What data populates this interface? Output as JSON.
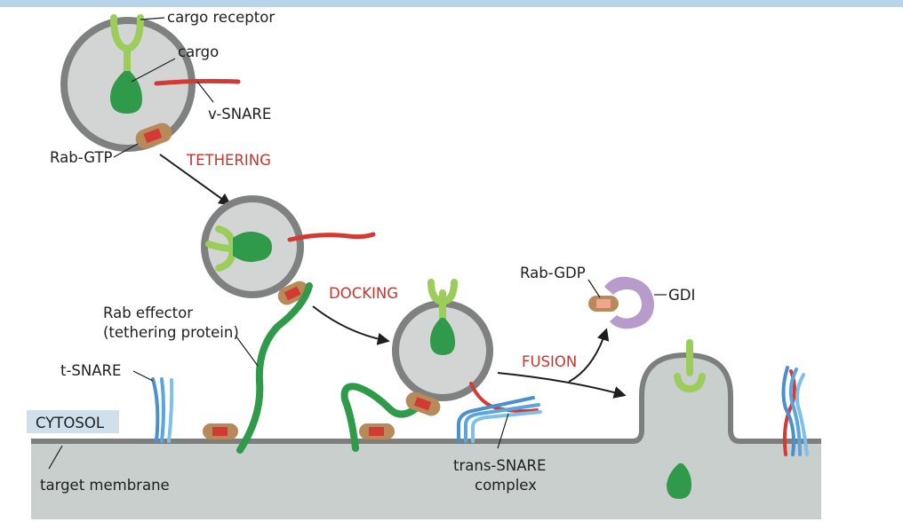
{
  "labels": {
    "cargo_receptor": "cargo receptor",
    "cargo": "cargo",
    "v_snare": "v-SNARE",
    "rab_gtp": "Rab-GTP",
    "rab_effector_line1": "Rab effector",
    "rab_effector_line2": "(tethering protein)",
    "t_snare": "t-SNARE",
    "cytosol": "CYTOSOL",
    "target_membrane": "target membrane",
    "trans_snare_line1": "trans-SNARE",
    "trans_snare_line2": "complex",
    "rab_gdp": "Rab-GDP",
    "gdi": "GDI"
  },
  "steps": {
    "tethering": "TETHERING",
    "docking": "DOCKING",
    "fusion": "FUSION"
  },
  "colors": {
    "header_band": "#b9d3ea",
    "membrane_fill": "#c9cfcc",
    "membrane_line": "#7d7f7f",
    "vesicle_fill": "#d3d5d4",
    "vesicle_rim": "#7f8080",
    "cargo_green": "#2e9a4a",
    "receptor_green": "#9ccd5a",
    "v_snare_red": "#d23a33",
    "t_snare_blue": "#5aa6dc",
    "rab_tan": "#b88a5a",
    "gdi_purple": "#b79ccb",
    "step_label_red": "#c7362b",
    "cytosol_box": "#cfdfeb"
  }
}
